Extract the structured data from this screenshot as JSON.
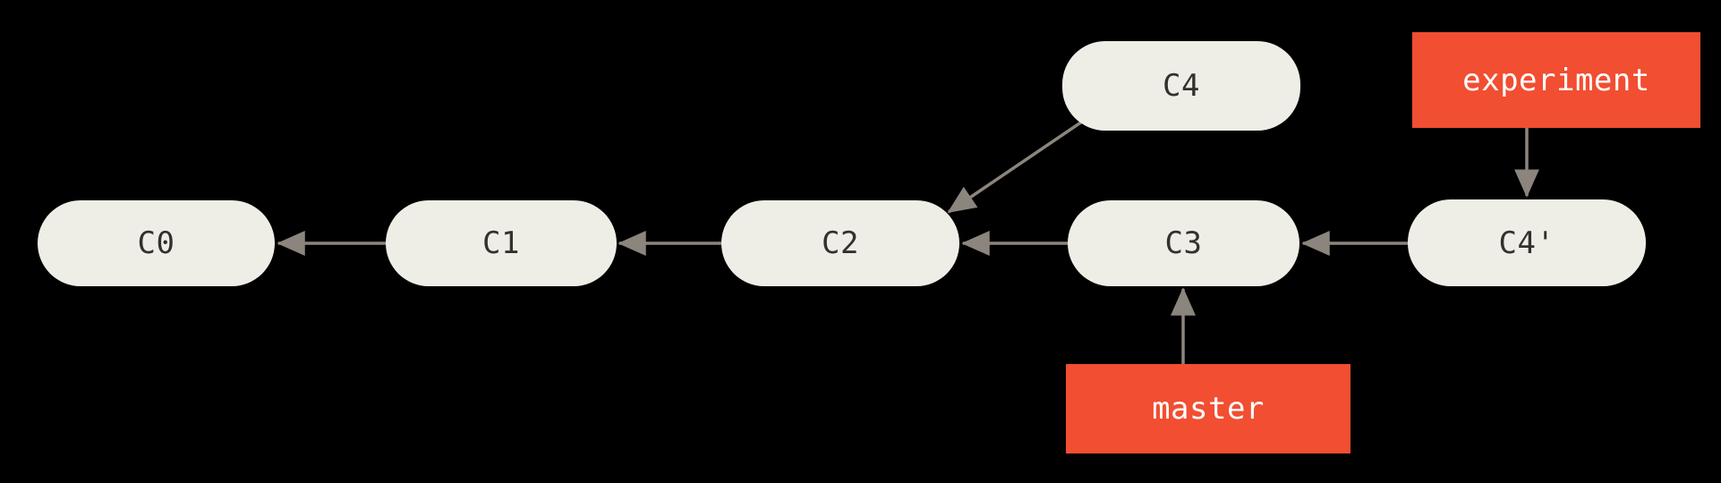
{
  "diagram": {
    "commits": [
      {
        "label": "C0"
      },
      {
        "label": "C1"
      },
      {
        "label": "C2"
      },
      {
        "label": "C3"
      },
      {
        "label": "C4"
      },
      {
        "label": "C4'"
      }
    ],
    "branches": [
      {
        "label": "experiment",
        "points_to": "C4'"
      },
      {
        "label": "master",
        "points_to": "C3"
      }
    ],
    "edges": [
      {
        "from": "C1",
        "to": "C0"
      },
      {
        "from": "C2",
        "to": "C1"
      },
      {
        "from": "C3",
        "to": "C2"
      },
      {
        "from": "C4",
        "to": "C2"
      },
      {
        "from": "C4'",
        "to": "C3"
      },
      {
        "from": "experiment",
        "to": "C4'"
      },
      {
        "from": "master",
        "to": "C3"
      }
    ],
    "colors": {
      "background": "#000000",
      "commit_fill": "#EFEEE6",
      "commit_text": "#34302C",
      "branch_fill": "#F14E32",
      "branch_text": "#FFFFFF",
      "arrow": "#8C857D"
    }
  }
}
